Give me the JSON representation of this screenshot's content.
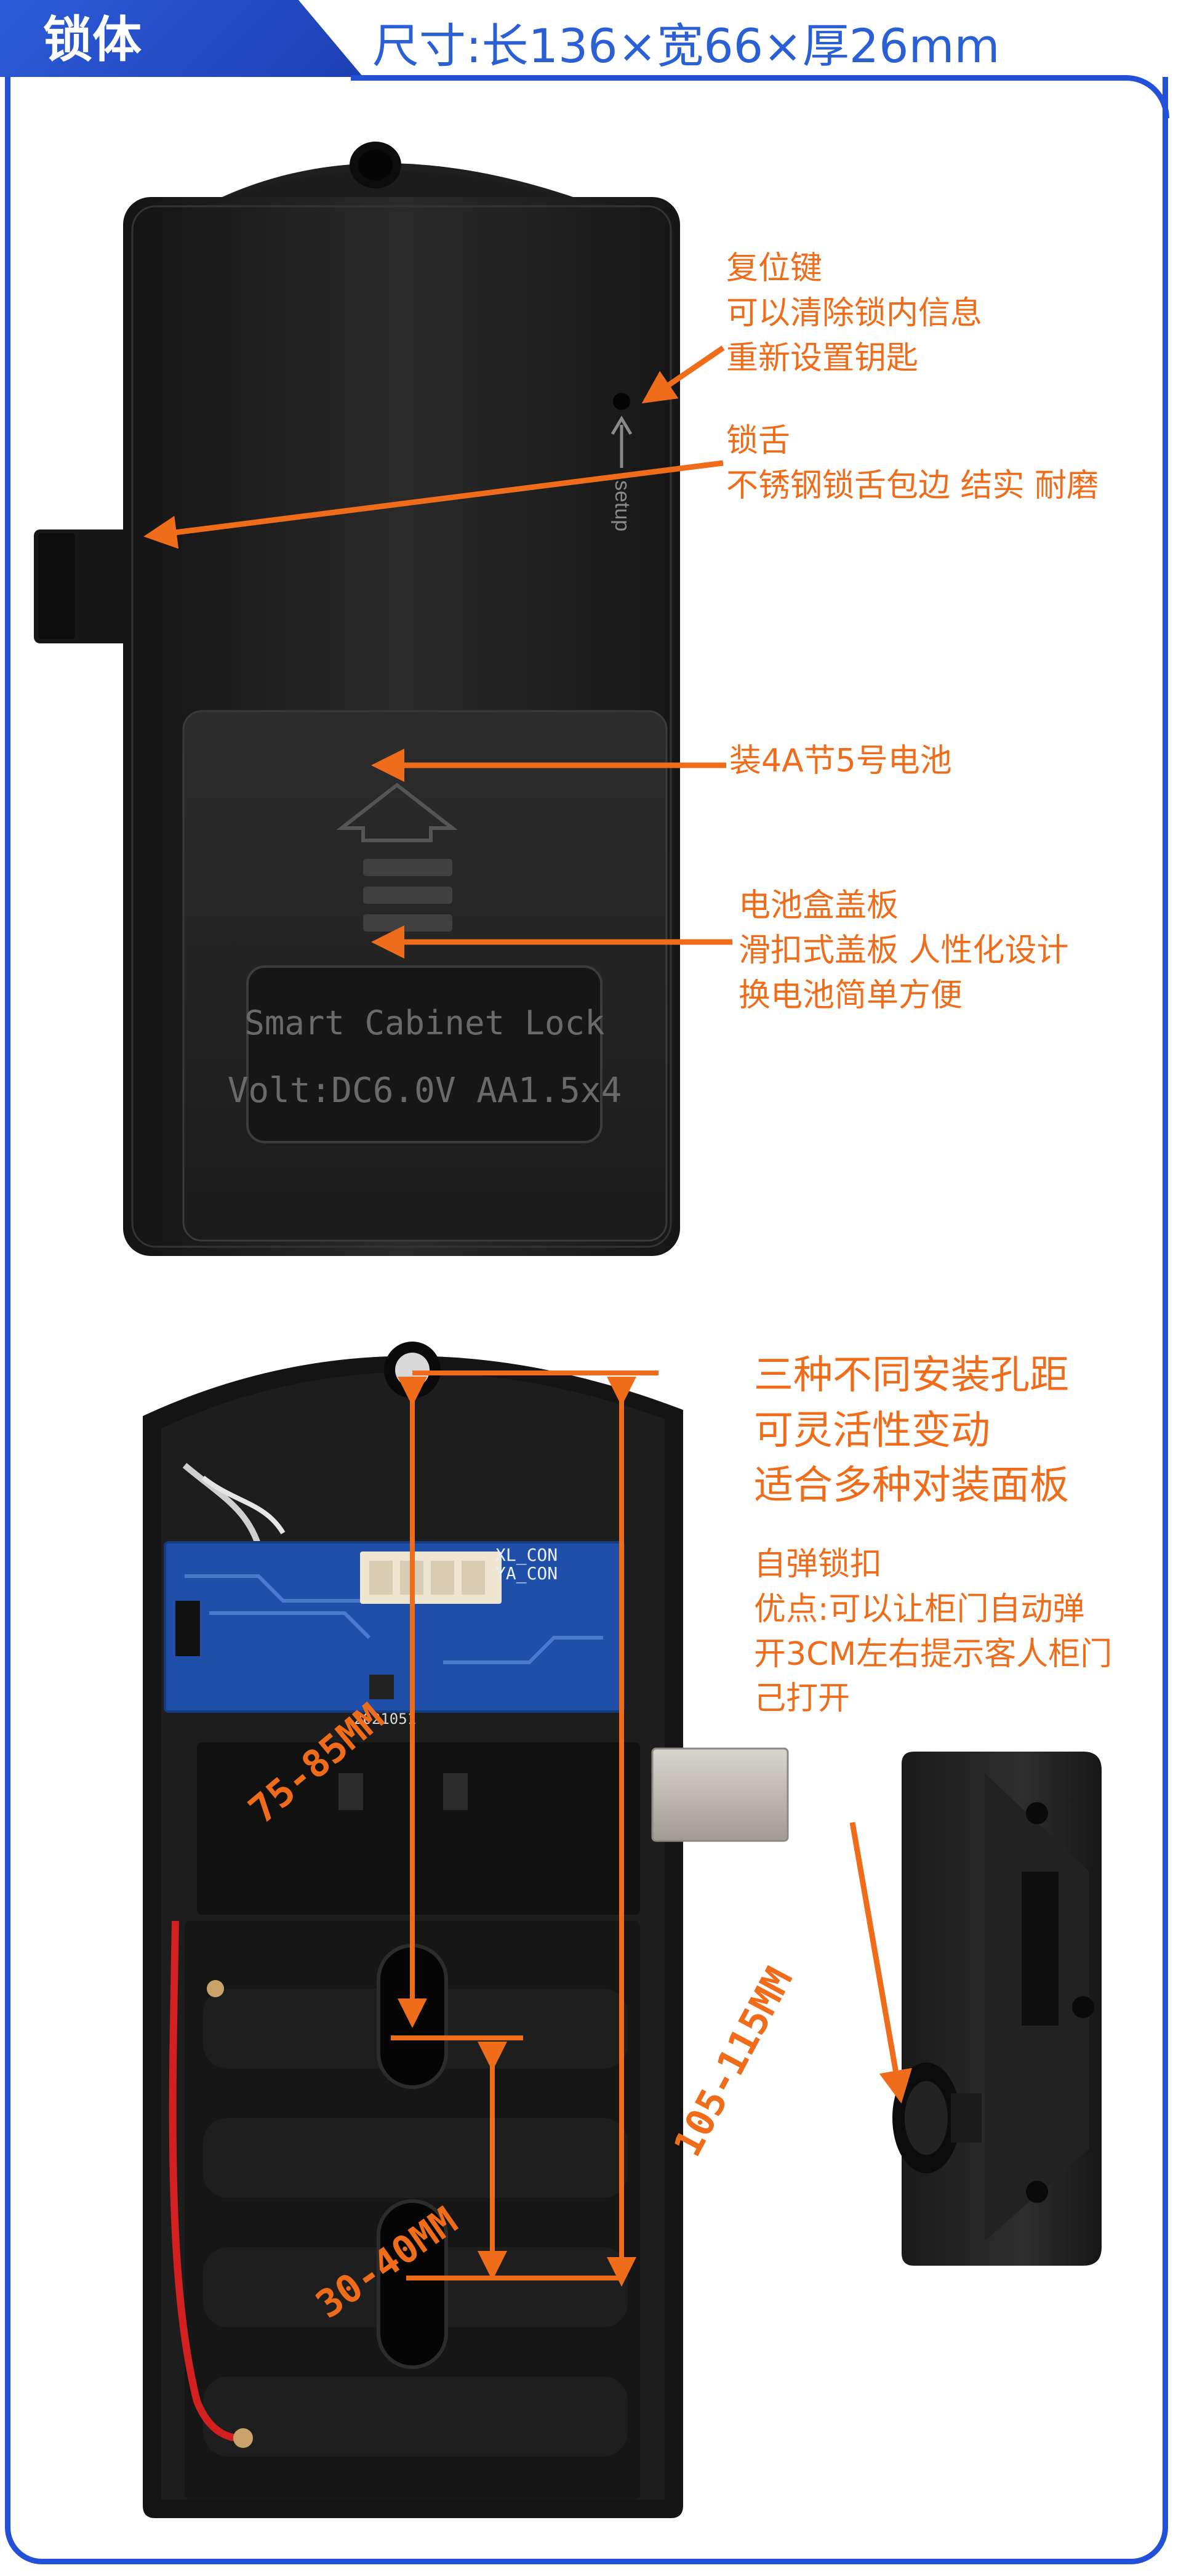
{
  "header": {
    "title": "锁体",
    "dimensions": "尺寸:长136×宽66×厚26mm"
  },
  "lock_body_labels": {
    "setup_text": "setup",
    "panel_line1": "Smart  Cabinet  Lock",
    "panel_line2": "Volt:DC6.0V   AA1.5x4"
  },
  "circuit_board_labels": {
    "xl_con": "XL_CON",
    "ya_con": "YA_CON",
    "date_code": "2021051"
  },
  "annotations": {
    "reset": [
      "复位键",
      "可以清除锁内信息",
      "重新设置钥匙"
    ],
    "bolt": [
      "锁舌",
      "不锈钢锁舌包边 结实 耐磨"
    ],
    "battery": [
      "装4A节5号电池"
    ],
    "cover": [
      "电池盒盖板",
      "滑扣式盖板 人性化设计",
      "换电池简单方便"
    ],
    "holes": [
      "三种不同安装孔距",
      "可灵活性变动",
      "适合多种对装面板"
    ],
    "latch": [
      "自弹锁扣",
      "优点:可以让柜门自动弹",
      "开3CM左右提示客人柜门",
      "己打开"
    ]
  },
  "dimension_labels": {
    "d1": "75-85MM",
    "d2": "105-115MM",
    "d3": "30-40MM"
  },
  "colors": {
    "accent_orange": "#ef6c1b",
    "brand_blue": "#2350d8",
    "device_black": "#1c1c1c"
  }
}
